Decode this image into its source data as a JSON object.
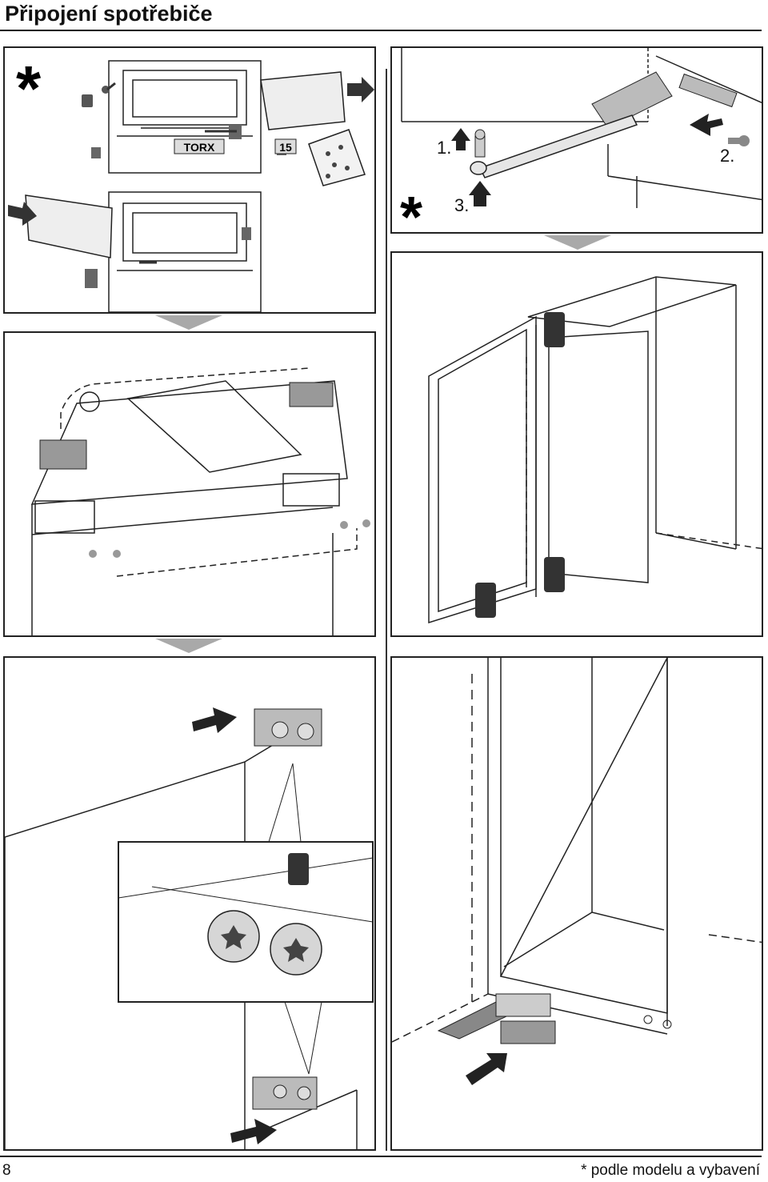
{
  "page": {
    "title": "Připojení spotřebiče",
    "page_number": "8",
    "footnote": "* podle modelu a vybavení"
  },
  "panel1": {
    "asterisk": "*",
    "torx_label": "TORX",
    "torx_size": "15"
  },
  "panel2": {
    "step1": "1.",
    "step2": "2.",
    "step3": "3.",
    "asterisk": "*"
  },
  "colors": {
    "line": "#222222",
    "grey_part": "#9a9a9a",
    "arrow_grey": "#a9a9a9",
    "dark_part": "#444444"
  }
}
